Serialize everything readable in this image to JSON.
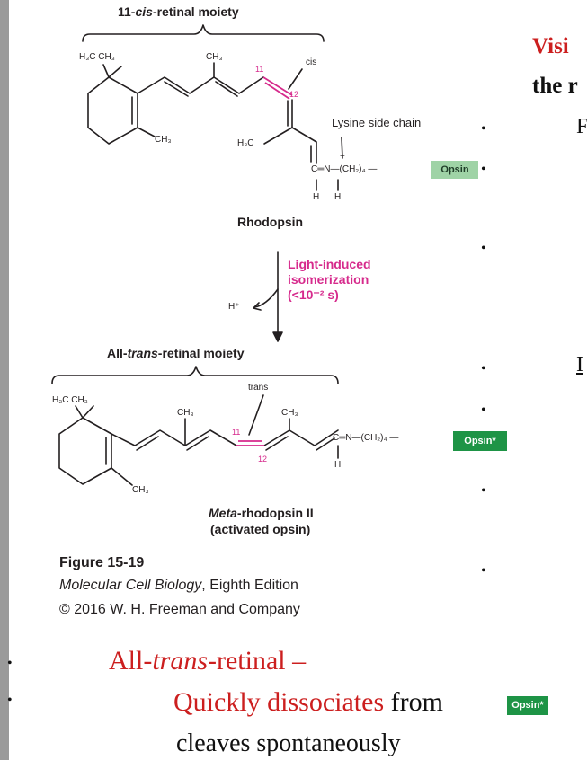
{
  "figure": {
    "top_moiety_label_pre": "11-",
    "top_moiety_label_italic": "cis",
    "top_moiety_label_post": "-retinal moiety",
    "h3c_ch3_top": "H₃C  CH₃",
    "ch3_top_mid": "CH₃",
    "ch3_top_ring": "CH₃",
    "h3c_top_branch": "H₃C",
    "cis_label": "cis",
    "num_11_top": "11",
    "num_12_top": "12",
    "lysine_label": "Lysine side chain",
    "schiff_top": "C═N—(CH₂)₄ —",
    "plus_sign": "+",
    "h_left_top": "H",
    "h_right_top": "H",
    "opsin_label": "Opsin",
    "rhodopsin_label": "Rhodopsin",
    "light_line1": "Light-induced",
    "light_line2": "isomerization",
    "light_line3": "(<10⁻² s)",
    "h_plus": "H⁺",
    "bottom_moiety_label_pre": "All-",
    "bottom_moiety_label_italic": "trans",
    "bottom_moiety_label_post": "-retinal moiety",
    "trans_label": "trans",
    "h3c_ch3_bottom": "H₃C  CH₃",
    "ch3_bottom_a": "CH₃",
    "ch3_bottom_b": "CH₃",
    "ch3_bottom_ring": "CH₃",
    "num_11_bottom": "11",
    "num_12_bottom": "12",
    "schiff_bottom": "C═N—(CH₂)₄ —",
    "h_bottom": "H",
    "opsin_star_label": "Opsin*",
    "meta_italic": "Meta",
    "meta_rest": "-rhodopsin II",
    "activated": "(activated opsin)",
    "fig_number": "Figure 15-19",
    "book_title": "Molecular Cell Biology",
    "book_edition": ", Eighth Edition",
    "copyright": "© 2016 W. H. Freeman and Company"
  },
  "slide": {
    "title_line1": "Visi",
    "title_line2": "the r",
    "bullet_char": "•",
    "bullet_text_1": "F",
    "underlined_text": "I",
    "bottom_line1_pre": "All-",
    "bottom_line1_italic": "trans",
    "bottom_line1_post": "-retinal –",
    "bottom_line2_red": "Quickly dissociates",
    "bottom_line2_black": " from",
    "bottom_opsin": "Opsin*",
    "bottom_line3": "cleaves spontaneously"
  },
  "colors": {
    "accent_red": "#cc1f1f",
    "magenta": "#d62a8c",
    "opsin_box_light": "#9fd3a6",
    "opsin_box_dark": "#1e9446"
  }
}
